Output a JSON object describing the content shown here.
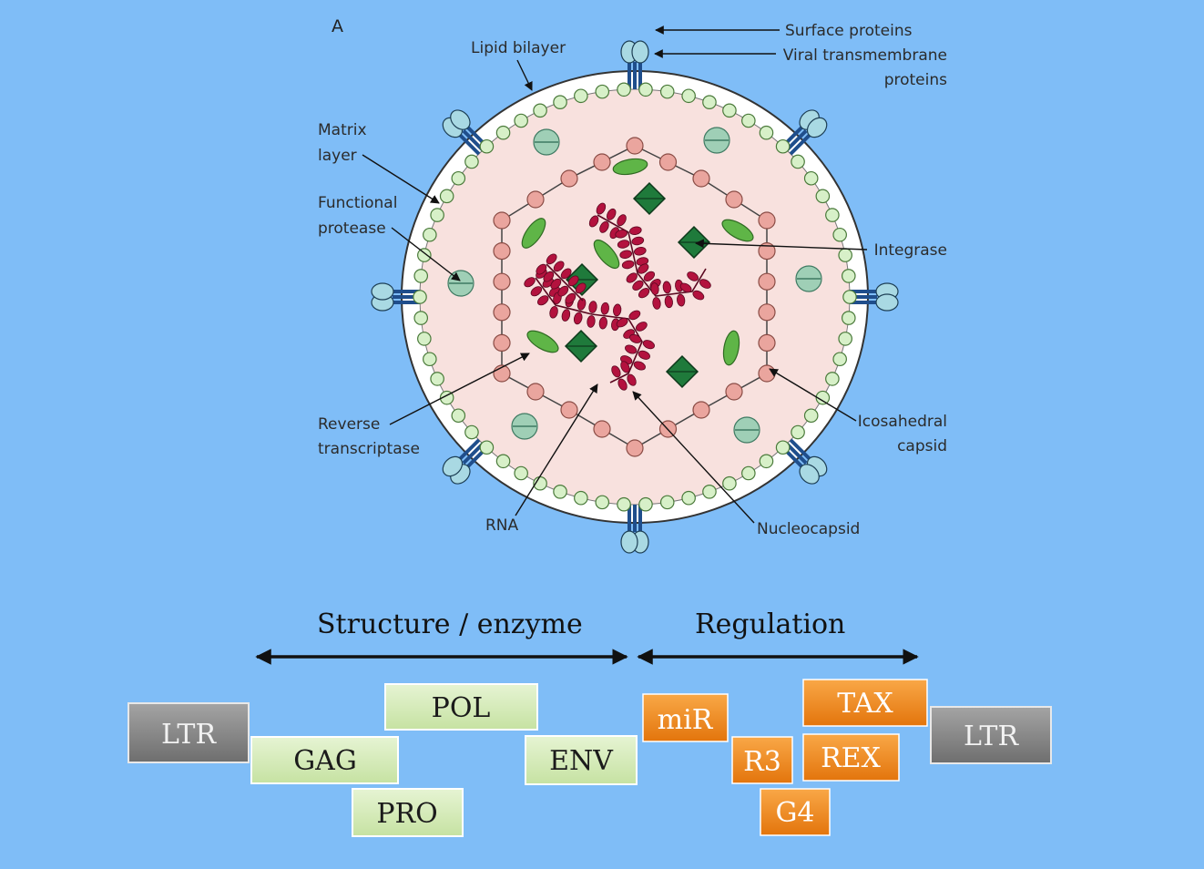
{
  "panel_label": "A",
  "virion_labels": {
    "surface_proteins": "Surface proteins",
    "viral_tm_line1": "Viral transmembrane",
    "viral_tm_line2": "proteins",
    "lipid_bilayer": "Lipid bilayer",
    "matrix_line1": "Matrix",
    "matrix_line2": "layer",
    "protease_line1": "Functional",
    "protease_line2": "protease",
    "integrase": "Integrase",
    "rt_line1": "Reverse",
    "rt_line2": "transcriptase",
    "capsid_line1": "Icosahedral",
    "capsid_line2": "capsid",
    "rna": "RNA",
    "nucleocapsid": "Nucleocapsid"
  },
  "genome": {
    "structure_header": "Structure / enzyme",
    "regulation_header": "Regulation",
    "genes": {
      "ltr_left": "LTR",
      "gag": "GAG",
      "pol": "POL",
      "pro": "PRO",
      "env": "ENV",
      "mir": "miR",
      "r3": "R3",
      "g4": "G4",
      "tax": "TAX",
      "rex": "REX",
      "ltr_right": "LTR"
    }
  },
  "colors": {
    "background": "#7fbdf7",
    "virion_fill": "#f8e1de",
    "matrix_bead": "#d7f0c8",
    "capsid_bead": "#eaa59e",
    "rna": "#b3123e",
    "integrase": "#1f7a3b",
    "reverse_transcriptase": "#5fb547",
    "protease": "#9fcfb6",
    "spike_stem": "#1f4e8c",
    "spike_head": "#a9d9e3",
    "gene_gray": "#8a8a8a",
    "gene_green": "#d7ecba",
    "gene_orange": "#f28b1e"
  }
}
